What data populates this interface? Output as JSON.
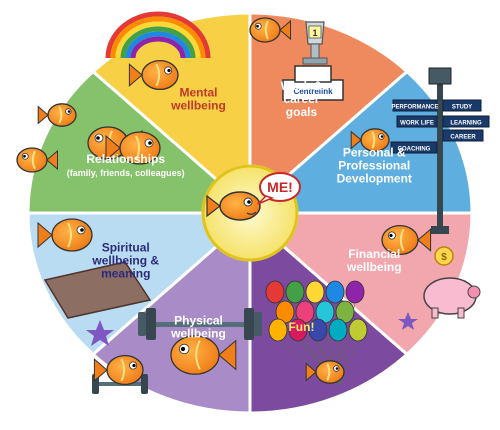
{
  "center": {
    "label": "ME!"
  },
  "segments": [
    {
      "id": "mental",
      "lines": [
        "Mental",
        "wellbeing"
      ],
      "color": "#f7d046",
      "text_color": "#c0392b"
    },
    {
      "id": "work",
      "lines": [
        "Work &",
        "career",
        "goals"
      ],
      "color": "#ee8a5e",
      "text_color": "#ffffff"
    },
    {
      "id": "personal",
      "lines": [
        "Personal &",
        "Professional",
        "Development"
      ],
      "color": "#5eaee0",
      "text_color": "#ffffff"
    },
    {
      "id": "financial",
      "lines": [
        "Financial",
        "wellbeing"
      ],
      "color": "#f2a7ae",
      "text_color": "#ffffff"
    },
    {
      "id": "fun",
      "lines": [
        "Fun!"
      ],
      "color": "#7c4a9e",
      "text_color": "#ffe66d"
    },
    {
      "id": "physical",
      "lines": [
        "Physical",
        "wellbeing"
      ],
      "color": "#a98bc7",
      "text_color": "#ffffff"
    },
    {
      "id": "spiritual",
      "lines": [
        "Spiritual",
        "wellbeing &",
        "meaning"
      ],
      "color": "#b9dcf3",
      "text_color": "#2b2b7a"
    },
    {
      "id": "relationships",
      "lines": [
        "Relationships",
        "(family, friends, colleagues)"
      ],
      "color": "#86c16b",
      "text_color": "#ffffff"
    }
  ],
  "signpost": {
    "signs": [
      "PERFORMANCE",
      "STUDY",
      "WORK LIFE",
      "LEARNING",
      "CAREER",
      "COACHING"
    ]
  },
  "podium": {
    "label": "Centrelink",
    "trophy_number": "1"
  },
  "icons": [
    "rainbow-icon",
    "fish-icon",
    "trophy-icon",
    "signpost-icon",
    "coin-icon",
    "piggy-bank-icon",
    "balloons-icon",
    "barbell-icon",
    "mat-icon",
    "starfish-icon"
  ]
}
